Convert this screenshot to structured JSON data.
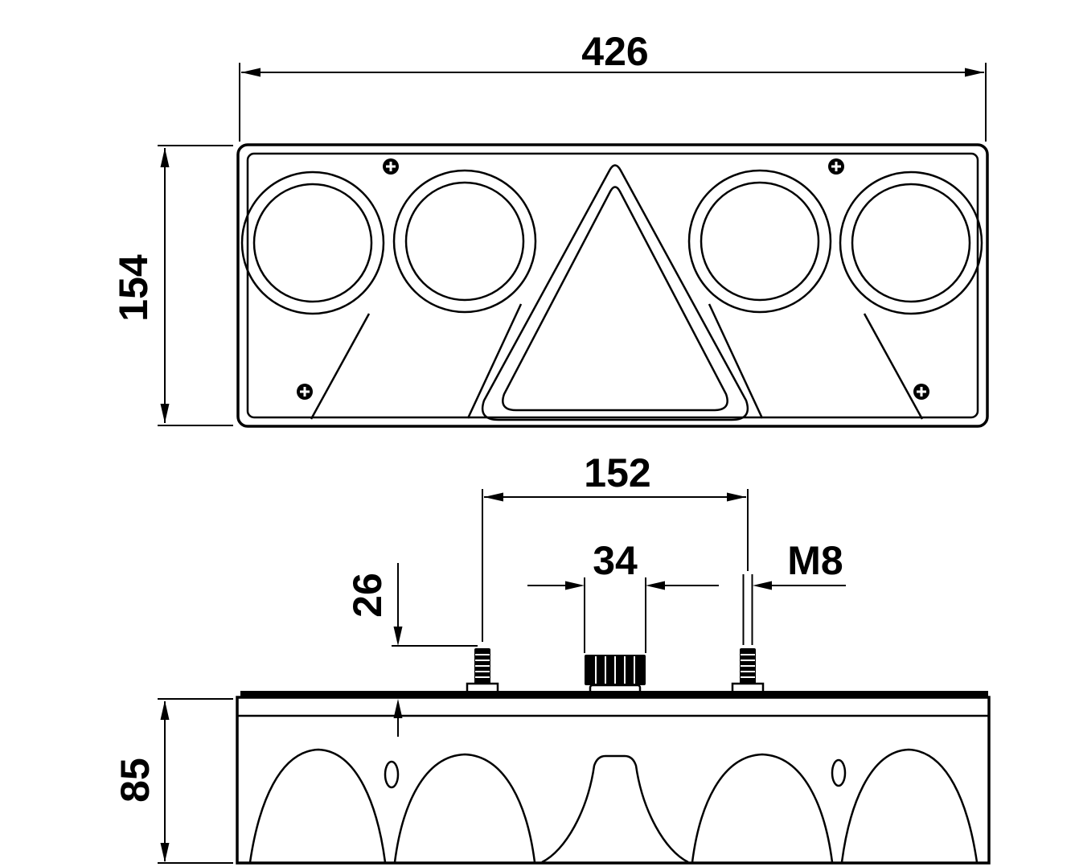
{
  "dims": {
    "width": "426",
    "height": "154",
    "stud_spacing": "152",
    "connector_width": "34",
    "thread": "M8",
    "stud_protrusion": "26",
    "depth": "85"
  },
  "colors": {
    "line": "#000000",
    "background": "#ffffff"
  }
}
